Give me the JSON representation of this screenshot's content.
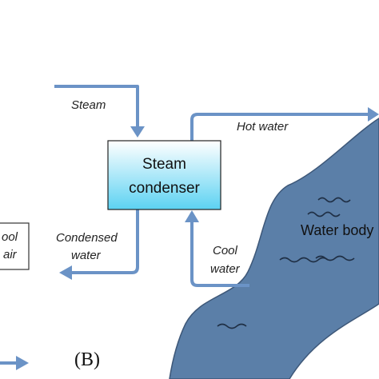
{
  "labels": {
    "steam": "Steam",
    "hot_water": "Hot water",
    "condenser_line1": "Steam",
    "condenser_line2": "condenser",
    "water_body": "Water body",
    "condensed_line1": "Condensed",
    "condensed_line2": "water",
    "cool_water_line1": "Cool",
    "cool_water_line2": "water",
    "left_box_line1": "ool",
    "left_box_line2": "air",
    "panel_label": "(B)"
  },
  "colors": {
    "arrow": "#6b93c6",
    "water_fill": "#5b7fa8",
    "water_stroke": "#3d5778",
    "wave": "#1f2f45",
    "box_top": "#ffffff",
    "box_bottom": "#5cd2f2",
    "box_stroke": "#222222"
  }
}
